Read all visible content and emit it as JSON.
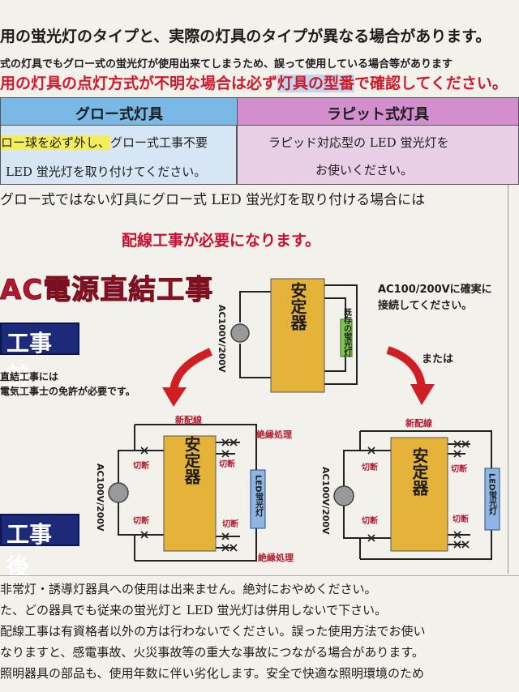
{
  "header": {
    "line1": "用の蛍光灯のタイプと、実際の灯具のタイプが異なる場合があります。",
    "line2": "式の灯具でもグロー式の蛍光灯が使用出来てしまうため、誤って使用している場合等があります",
    "line3_prefix": "用の灯具の点灯方式が不明な場合は必ず",
    "line3_highlight": "灯具の型番",
    "line3_suffix": "で確認してください。"
  },
  "table": {
    "left_header": "グロー式灯具",
    "left_row1_part1": "ロー球を必ず外し、",
    "left_row1_part2": "グロー式工事不要",
    "left_row2": "LED 蛍光灯を取り付けてください。",
    "right_header": "ラピット式灯具",
    "right_row1": "ラピッド対応型の LED 蛍光灯を",
    "right_row2": "お使いください。"
  },
  "notice": {
    "line1": "グロー式ではない灯具にグロー式 LED 蛍光灯を取り付ける場合には",
    "line2": "配線工事が必要になります。"
  },
  "section": {
    "title": "AC電源直結工事",
    "before_badge": "工事前",
    "after_badge": "工事後",
    "before_note1": "直結工事には",
    "before_note2": "電気工事士の免許が必要です。",
    "ac_note1": "AC100/200Vに確実に",
    "ac_note2": "接続してください。",
    "or_label": "または"
  },
  "diagram": {
    "ballast": "安定器",
    "existing_lamp": "既存の蛍光灯",
    "led_lamp": "LED蛍光灯",
    "ac_label": "AC100V/200V",
    "new_wiring": "新配線",
    "insulation": "絶縁処理",
    "cut": "切断"
  },
  "footer": {
    "line1": "非常灯・誘導灯器具への使用は出来ません。絶対におやめください。",
    "line2": "た、どの器具でも従来の蛍光灯と LED 蛍光灯は併用しないで下さい。",
    "line3": "配線工事は有資格者以外の方は行わないでください。誤った使用方法でお使い",
    "line4": "なりますと、感電事故、火災事故等の重大な事故につながる場合があります。",
    "line5": "照明器具の部品も、使用年数に伴い劣化します。安全で快適な照明環境のため"
  },
  "colors": {
    "red_text": "#d11a2a",
    "badge_blue": "#1d2a7a",
    "ballast_fill": "#e5b23a",
    "led_blue": "#8fb6e3",
    "existing_green": "#7fc64a",
    "arrow_red": "#d01e25"
  }
}
